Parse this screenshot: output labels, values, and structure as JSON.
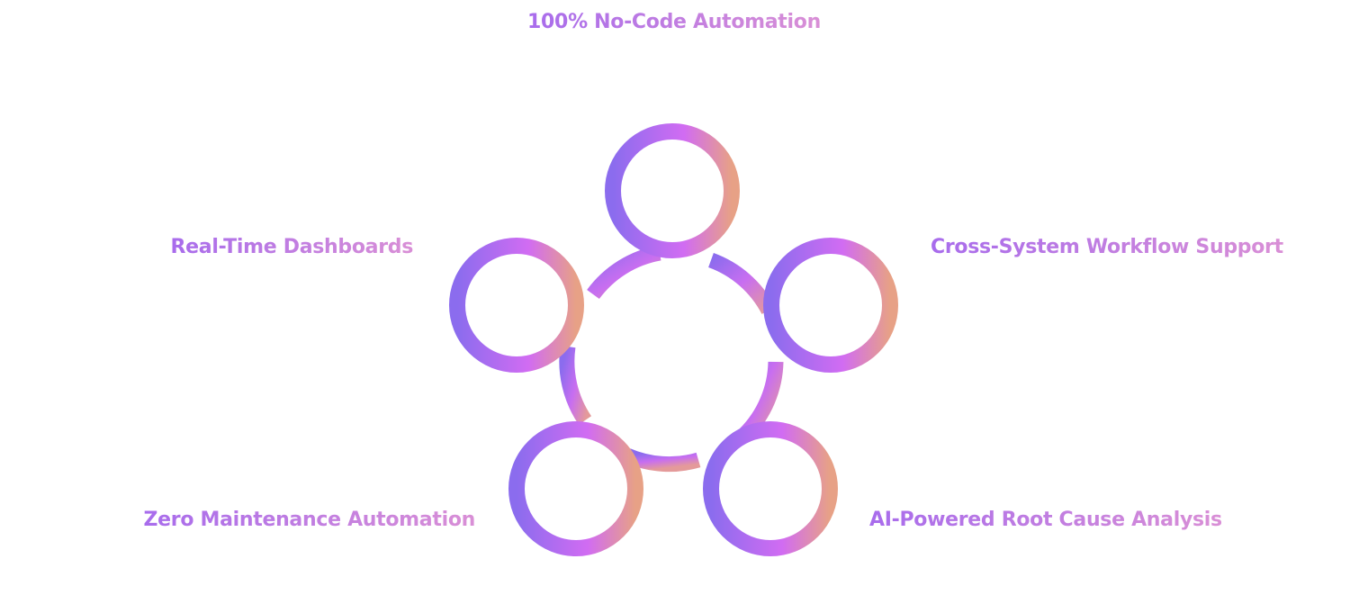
{
  "diagram": {
    "features": [
      {
        "id": "top",
        "label": "100% No-Code Automation"
      },
      {
        "id": "right",
        "label": "Cross-System Workflow Support"
      },
      {
        "id": "bottom-right",
        "label": "AI-Powered Root Cause Analysis"
      },
      {
        "id": "bottom-left",
        "label": "Zero Maintenance Automation"
      },
      {
        "id": "left",
        "label": "Real-Time Dashboards"
      }
    ],
    "colors": {
      "purple": "#8b6cee",
      "magenta": "#d16cf2",
      "peach": "#e7a186",
      "text_start": "#b06de8",
      "text_end": "#dc8fd0"
    }
  }
}
